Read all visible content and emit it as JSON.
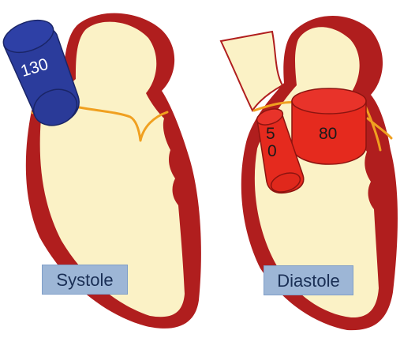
{
  "systole": {
    "label": "Systole",
    "cylinder_value": "130",
    "cylinder_color": "#2b3c9c"
  },
  "diastole": {
    "label": "Diastole",
    "small_cylinder_value": "50",
    "small_cylinder_line1": "5",
    "small_cylinder_line2": "0",
    "large_cylinder_value": "80",
    "cylinder_color": "#e52a1e"
  },
  "colors": {
    "myocardium": "#b01e1e",
    "chamber": "#fbf2c6",
    "valve": "#f0a020",
    "label_box": "#9db6d6"
  }
}
